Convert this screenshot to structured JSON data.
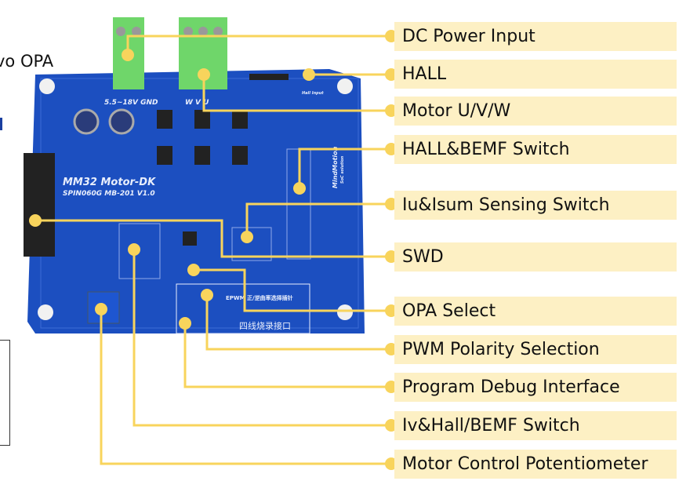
{
  "left_text": "vo OPA",
  "board": {
    "title": "MM32  Motor-DK",
    "subtitle": "SPIN060G  MB-201 V1.0",
    "power_silk": "5.5~18V  GND",
    "motor_silk": "W   V   U",
    "hall_silk": "Hall Input",
    "brand": "MindMotion",
    "brand_sub": "SoC solution",
    "chinese_label": "四线烧录接口",
    "epwm_label": "EPWM 正/逆曲率选择插针"
  },
  "labels": [
    "DC Power Input",
    "HALL",
    "Motor U/V/W",
    "HALL&BEMF Switch",
    "Iu&Isum Sensing Switch",
    "SWD",
    "OPA Select",
    "PWM Polarity Selection",
    "Program Debug Interface",
    "Iv&Hall/BEMF Switch",
    "Motor Control Potentiometer"
  ],
  "colors": {
    "board": "#1c4fc0",
    "connector": "#6fd66a",
    "leader": "#f8d45c",
    "label_bg": "#fdf0c4"
  }
}
